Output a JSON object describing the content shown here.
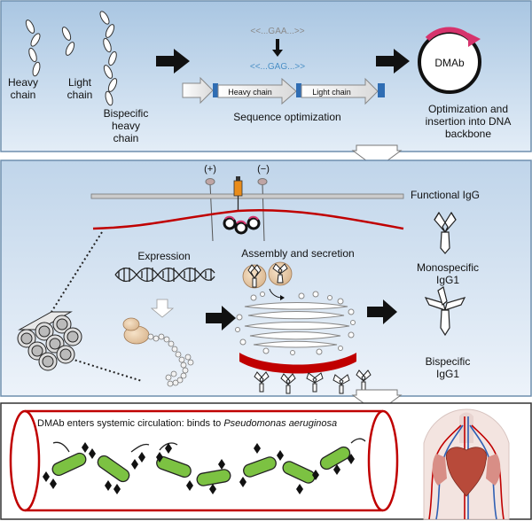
{
  "colors": {
    "panel1_top": "#a9c6e2",
    "panel1_bottom": "#dfeaf5",
    "panel2_top": "#c4d8ec",
    "panel2_bottom": "#eaf2fa",
    "tube_outline": "#c00000",
    "bacteria": "#7cc242",
    "arrow_black": "#111111",
    "plasmid_arc": "#d6336c",
    "seq_blue": "#4a8fc5",
    "seq_gray": "#8a8a8a"
  },
  "panel1": {
    "heavy_chain_label": "Heavy chain",
    "light_chain_label": "Light chain",
    "bispecific_heavy_chain_label": "Bispecific heavy chain",
    "codon_original": "<<...GAA...>>",
    "codon_optimized": "<<...GAG...>>",
    "cassette_heavy": "Heavy chain",
    "cassette_light": "Light chain",
    "sequence_optimization_label": "Sequence optimization",
    "plasmid_label": "DMAb",
    "insertion_label": "Optimization and insertion into DNA backbone"
  },
  "panel2": {
    "electrode_plus": "(+)",
    "electrode_minus": "(−)",
    "expression_label": "Expression",
    "assembly_label": "Assembly and secretion",
    "functional_igg_label": "Functional IgG",
    "monospecific_label": "Monospecific IgG1",
    "bispecific_label": "Bispecific IgG1"
  },
  "panel3": {
    "circulation_label_prefix": "DMAb enters systemic circulation: binds to ",
    "circulation_label_organism": "Pseudomonas aeruginosa"
  }
}
